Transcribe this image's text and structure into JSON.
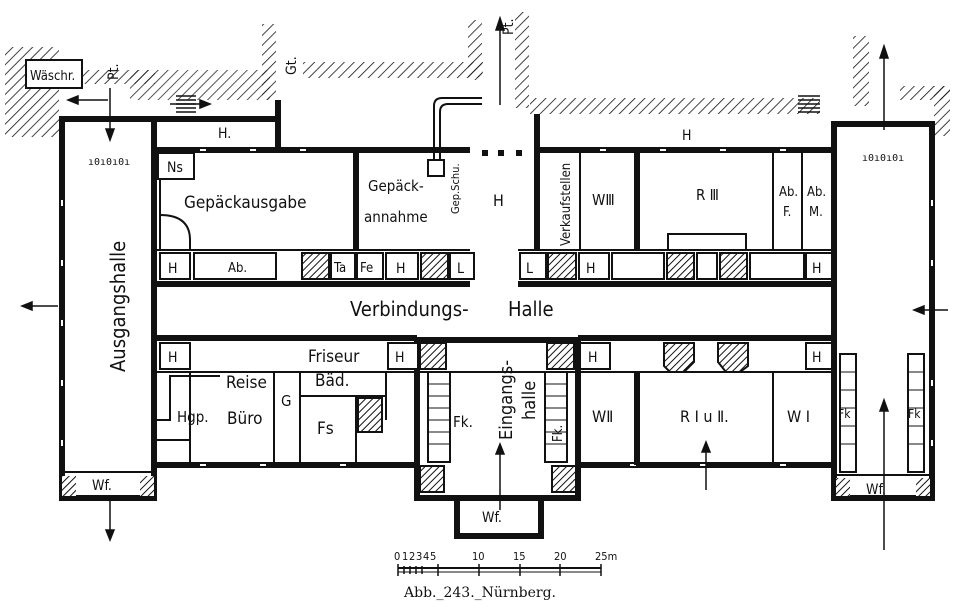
{
  "caption": "Abb._243._Nürnberg.",
  "scale": {
    "ticks": [
      "0",
      "1",
      "2",
      "3",
      "4",
      "5",
      "10",
      "15",
      "20",
      "25m"
    ]
  },
  "rooms": {
    "waschr": "Wäschr.",
    "pt_left": "Pt.",
    "gt": "Gt.",
    "pt_top": "Pt.",
    "h_top": "H.",
    "ns": "Ns",
    "gepaeckausgabe": "Gepäckausgabe",
    "gepaeck": "Gepäck-",
    "annahme": "annahme",
    "gep_schr": "Gep.Schu.",
    "h_center": "H",
    "verkaufstellen": "Verkaufstellen",
    "h_right_top": "H",
    "w3": "WⅢ",
    "r3": "R Ⅲ",
    "ab_f": "Ab.\nF.",
    "ab_m": "Ab.\nM.",
    "ausgangshalle": "Ausgangshalle",
    "h_row1": "H",
    "ab_row1": "Ab.",
    "ta": "Ta",
    "fe": "Fe",
    "h_row1b": "H",
    "l_left": "L",
    "l_right": "L",
    "h_row1c": "H",
    "h_row1d": "H",
    "verbindungs": "Verbindungs-",
    "halle": "Halle",
    "h_row2a": "H",
    "friseur": "Friseur",
    "baed": "Bäd.",
    "h_row2b": "H",
    "eingangshalle": "Eingangs-\nhalle",
    "h_row2c": "H",
    "h_row2d": "H",
    "reise": "Reise",
    "buero": "Büro",
    "hgp": "Hgp.",
    "g": "G",
    "fs": "Fs",
    "fk_left": "Fk.",
    "fk_mid": "Fk.",
    "w2": "WⅡ",
    "r12": "R Ⅰ u Ⅱ.",
    "w1": "W Ⅰ",
    "fk_r1": "Fk",
    "fk_r2": "Fk",
    "wf_left": "Wf.",
    "wf_mid": "Wf.",
    "wf_right": "Wf."
  }
}
